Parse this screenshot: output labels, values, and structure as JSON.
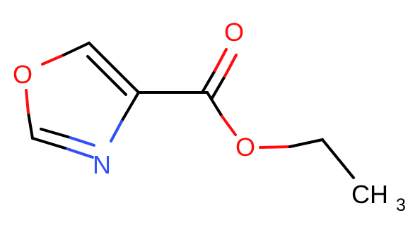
{
  "molecule": {
    "atoms": {
      "ring_oxygen": "O",
      "nitrogen": "N",
      "carbonyl_oxygen": "O",
      "ester_oxygen": "O",
      "methyl": "CH",
      "methyl_subscript": "3"
    },
    "colors": {
      "carbon": "#000000",
      "oxygen": "#ff0d0d",
      "nitrogen": "#3050f8"
    }
  }
}
